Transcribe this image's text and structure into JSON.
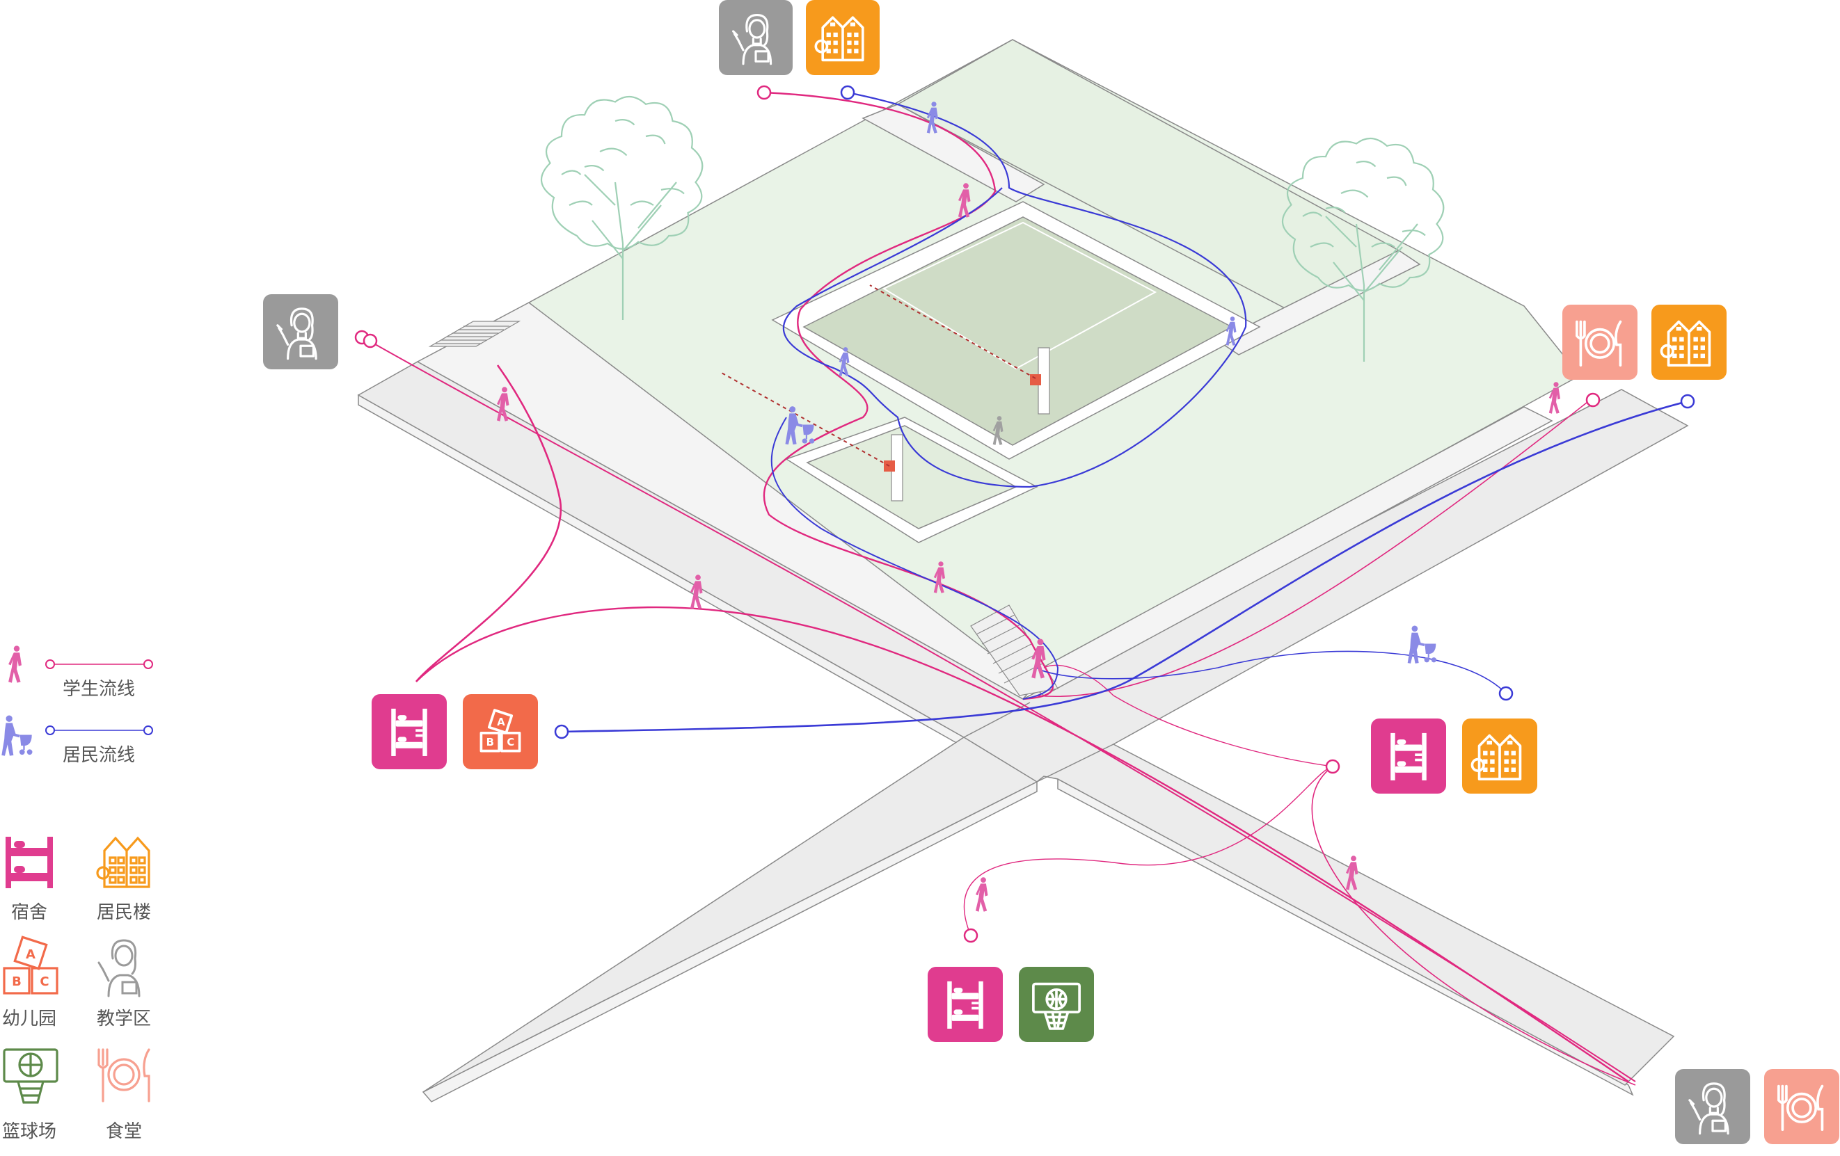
{
  "colors": {
    "student": "#e0287f",
    "resident": "#3a3ad6",
    "dorm": "#e03c8f",
    "residential": "#f79a1c",
    "kindergarten": "#f26a4a",
    "teaching": "#9a9a9a",
    "basketball": "#5d8a4a",
    "canteen": "#f7a090",
    "lawn": "#e9f3e7",
    "court": "#cfdcc6",
    "road": "#ececec",
    "tree": "#9fd0b5"
  },
  "legend": {
    "flows": [
      {
        "label": "学生流线",
        "icon": "walking-student-icon",
        "color": "#e0287f"
      },
      {
        "label": "居民流线",
        "icon": "resident-stroller-icon",
        "color": "#3a3ad6"
      }
    ],
    "facilities": [
      {
        "label": "宿舍",
        "icon": "bunk-bed-icon"
      },
      {
        "label": "居民楼",
        "icon": "apartment-building-icon"
      },
      {
        "label": "幼儿园",
        "icon": "abc-blocks-icon"
      },
      {
        "label": "教学区",
        "icon": "teacher-icon"
      },
      {
        "label": "篮球场",
        "icon": "basketball-hoop-icon"
      },
      {
        "label": "食堂",
        "icon": "plate-cutlery-icon"
      }
    ]
  }
}
